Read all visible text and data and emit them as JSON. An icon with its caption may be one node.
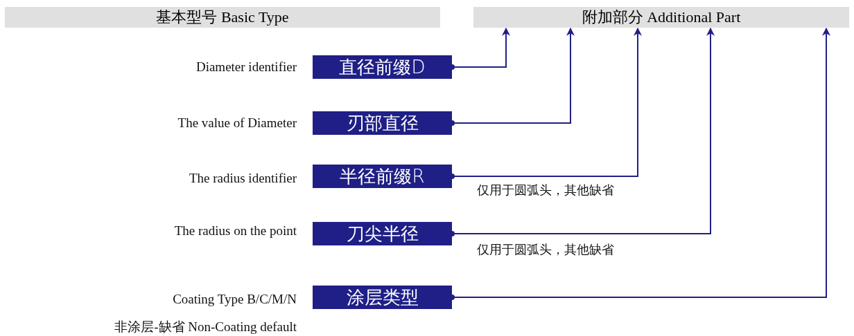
{
  "diagram": {
    "nodes": [
      {
        "text": [
          "基本型号  Basic Type"
        ]
      },
      {
        "text": [
          "附加部分  Additional Part"
        ]
      },
      {
        "text": [
          "直径前缀D"
        ],
        "beside": [
          "Diameter identifier"
        ]
      },
      {
        "text": [
          "刃部直径"
        ],
        "beside": [
          "The value of Diameter"
        ]
      },
      {
        "text": [
          "半径前缀R"
        ],
        "beside": [
          "The radius identifier"
        ]
      },
      {
        "text": [
          "刀尖半径"
        ],
        "beside": [
          "The radius on the point"
        ]
      },
      {
        "text": [
          "涂层类型"
        ],
        "beside": [
          "Coating Type B/C/M/N",
          "非涂层-缺省 Non-Coating default"
        ]
      }
    ],
    "edges": [
      {
        "from": 2,
        "to": 1,
        "arrow": "to"
      },
      {
        "from": 3,
        "to": 1,
        "arrow": "to"
      },
      {
        "from": 4,
        "to": 1,
        "arrow": "to"
      },
      {
        "from": 5,
        "to": 1,
        "arrow": "to"
      },
      {
        "from": 6,
        "to": 1,
        "arrow": "to"
      }
    ],
    "labels": [
      "仅用于圆弧头，其他缺省",
      "仅用于圆弧头，其他缺省"
    ]
  }
}
